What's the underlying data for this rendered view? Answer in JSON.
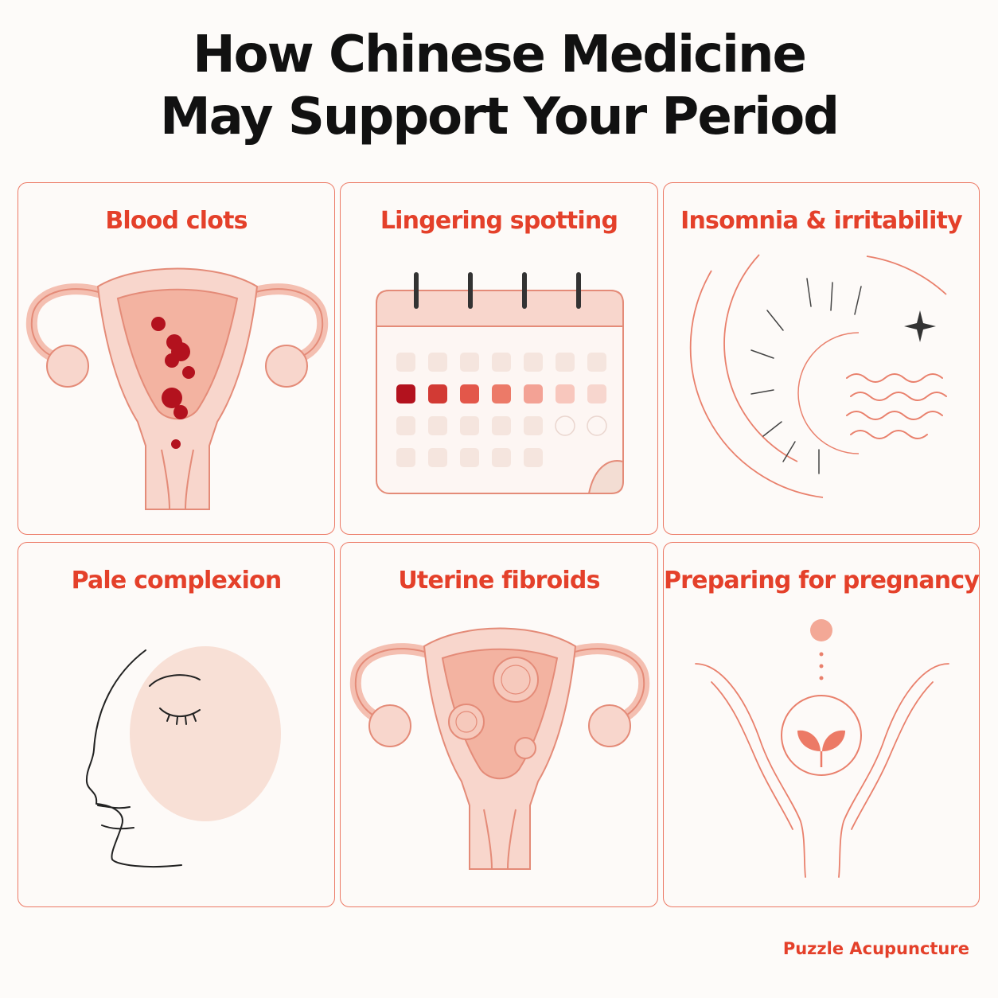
{
  "title": {
    "line1": "How Chinese Medicine",
    "line2": "May Support Your Period"
  },
  "cards": [
    {
      "label": "Blood clots",
      "icon": "uterus-clots-icon"
    },
    {
      "label": "Lingering spotting",
      "icon": "calendar-spotting-icon"
    },
    {
      "label": "Insomnia & irritability",
      "icon": "moon-insomnia-icon"
    },
    {
      "label": "Pale complexion",
      "icon": "pale-face-icon"
    },
    {
      "label": "Uterine fibroids",
      "icon": "uterus-fibroids-icon"
    },
    {
      "label": "Preparing for pregnancy",
      "icon": "hands-sprout-icon"
    }
  ],
  "footer": {
    "brand": "Puzzle Acupuncture"
  },
  "colors": {
    "accent": "#e4402a",
    "border": "#ec7a66",
    "soft_pink": "#f7cfc3",
    "clot_red": "#b3121e"
  }
}
